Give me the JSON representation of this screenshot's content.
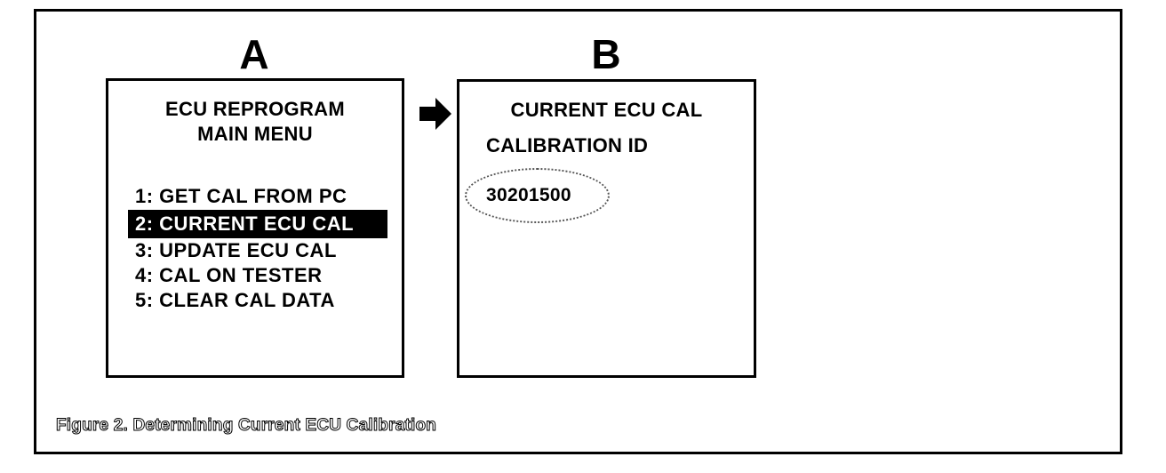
{
  "panels": {
    "a": {
      "letter": "A",
      "title_line1": "ECU REPROGRAM",
      "title_line2": "MAIN MENU",
      "menu": [
        "1: GET CAL FROM PC",
        "2: CURRENT ECU CAL",
        "3: UPDATE ECU CAL",
        "4: CAL ON TESTER",
        "5: CLEAR CAL DATA"
      ],
      "selected_index": 1
    },
    "b": {
      "letter": "B",
      "title": "CURRENT ECU CAL",
      "label": "CALIBRATION ID",
      "value": "30201500"
    }
  },
  "arrow_icon": "right-arrow-icon",
  "caption": "Figure 2. Determining Current ECU Calibration"
}
